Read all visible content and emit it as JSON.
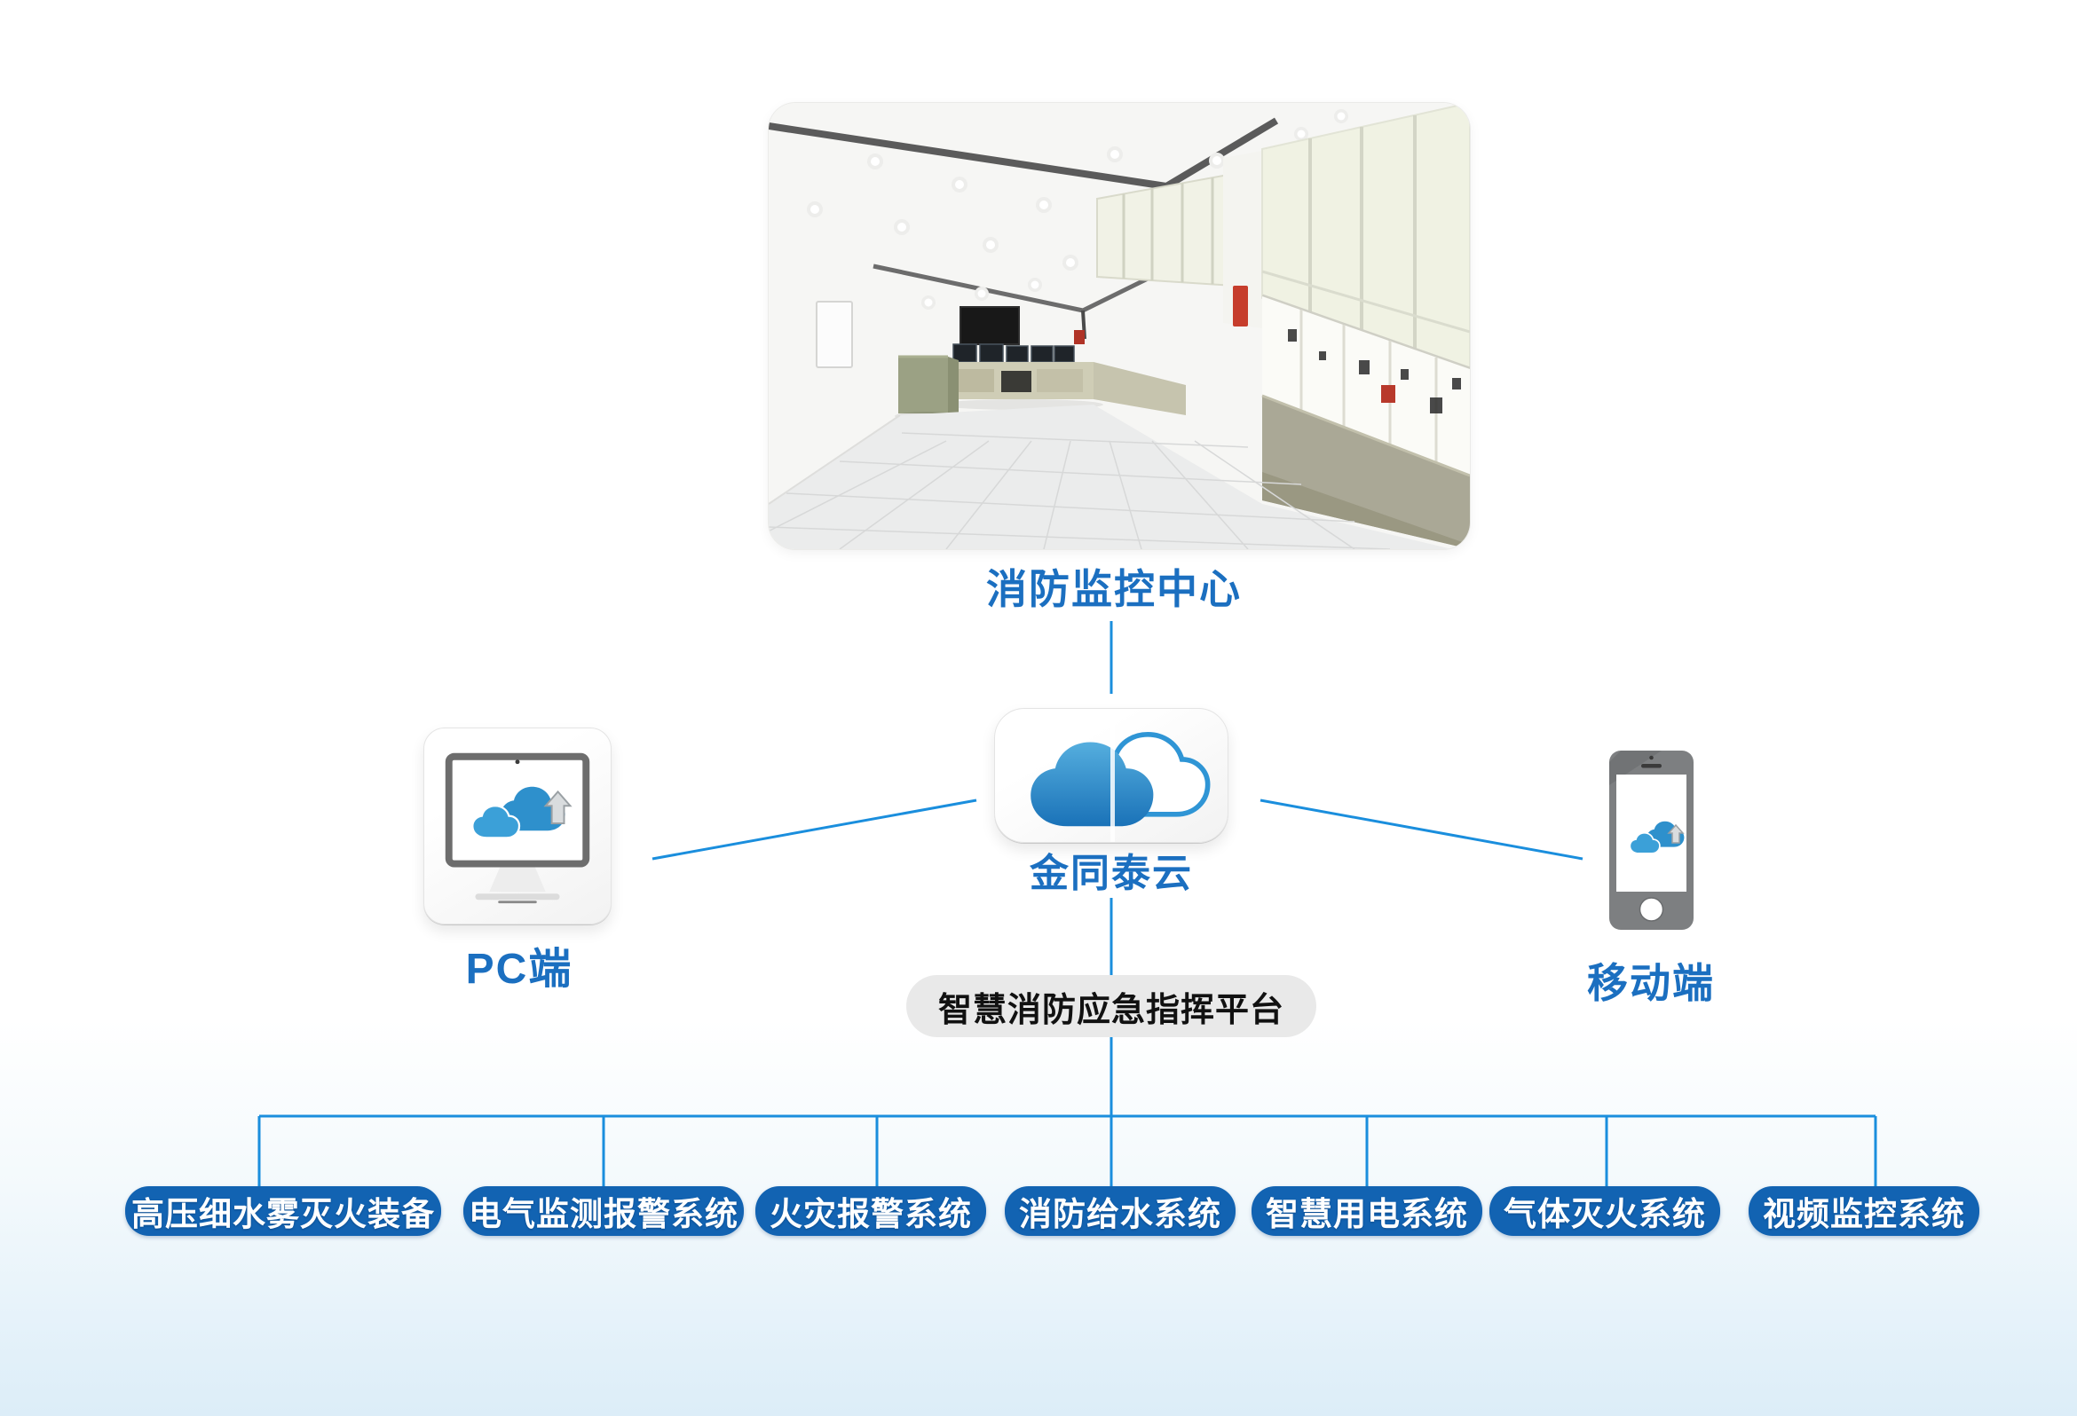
{
  "colors": {
    "accent_blue": "#1b6fc0",
    "line_blue": "#1a8edd",
    "node_blue": "#1263b2",
    "node_text": "#ffffff",
    "platform_bg": "#e9e9e9",
    "platform_text": "#111111",
    "page_fade": "#dcedf8"
  },
  "monitor_center": {
    "caption": "消防监控中心"
  },
  "cloud": {
    "label": "金同泰云"
  },
  "pc_terminal": {
    "label": "PC端"
  },
  "mobile_terminal": {
    "label": "移动端"
  },
  "platform": {
    "label": "智慧消防应急指挥平台"
  },
  "systems": [
    {
      "label": "高压细水雾灭火装备"
    },
    {
      "label": "电气监测报警系统"
    },
    {
      "label": "火灾报警系统"
    },
    {
      "label": "消防给水系统"
    },
    {
      "label": "智慧用电系统"
    },
    {
      "label": "气体灭火系统"
    },
    {
      "label": "视频监控系统"
    }
  ],
  "icons": {
    "cloud": "cloud-icon",
    "pc": "desktop-computer-icon",
    "mobile": "smartphone-icon",
    "upload": "upload-arrow-icon"
  }
}
